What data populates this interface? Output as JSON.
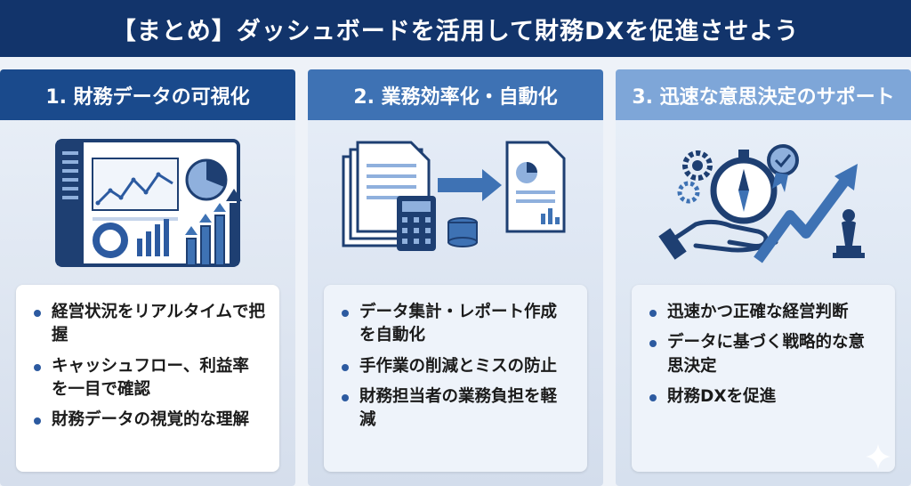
{
  "banner": {
    "title": "【まとめ】ダッシュボードを活用して財務DXを促進させよう"
  },
  "columns": [
    {
      "heading": "1. 財務データの可視化",
      "items": [
        "経営状況をリアルタイムで把握",
        "キャッシュフロー、利益率を一目で確認",
        "財務データの視覚的な理解"
      ]
    },
    {
      "heading": "2. 業務効率化・自動化",
      "items": [
        "データ集計・レポート作成を自動化",
        "手作業の削減とミスの防止",
        "財務担当者の業務負担を軽減"
      ]
    },
    {
      "heading": "3. 迅速な意思決定のサポート",
      "items": [
        "迅速かつ正確な経営判断",
        "データに基づく戦略的な意思決定",
        "財務DXを促進"
      ]
    }
  ],
  "colors": {
    "banner": "#12346b",
    "col1_head": "#1a4a8c",
    "col2_head": "#3e72b4",
    "col3_head": "#7ea6d8",
    "bullet": "#2c5aa0"
  }
}
